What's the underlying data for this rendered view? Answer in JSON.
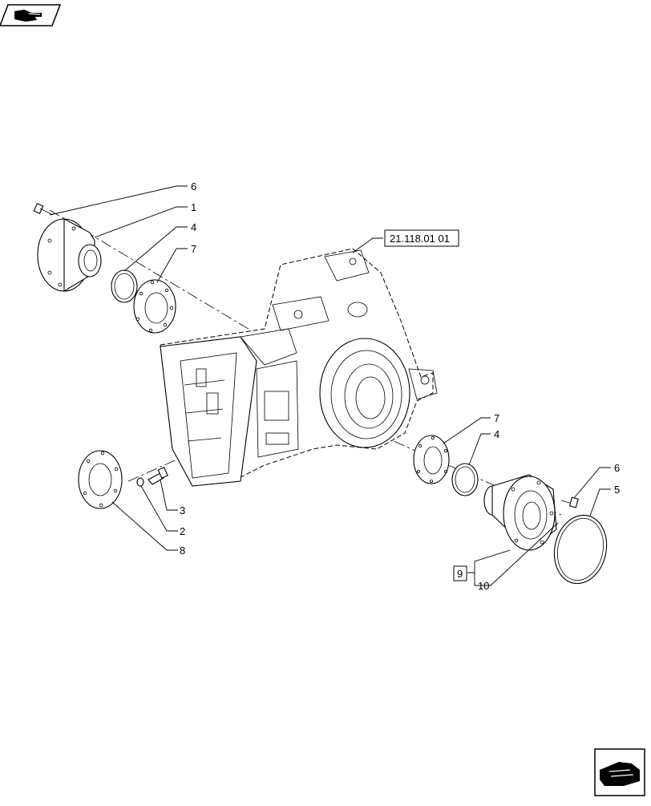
{
  "nav": {
    "back_icon": "hand-pointer-back-icon",
    "forward_icon": "hand-pointer-forward-icon"
  },
  "callouts": {
    "c6_top": "6",
    "c1": "1",
    "c4_top": "4",
    "c7_top": "7",
    "ref_box": "21.118.01 01",
    "c3": "3",
    "c2": "2",
    "c8": "8",
    "c7_right": "7",
    "c4_right": "4",
    "c6_right": "6",
    "c5": "5",
    "c9_box": "9",
    "c10": "10"
  }
}
